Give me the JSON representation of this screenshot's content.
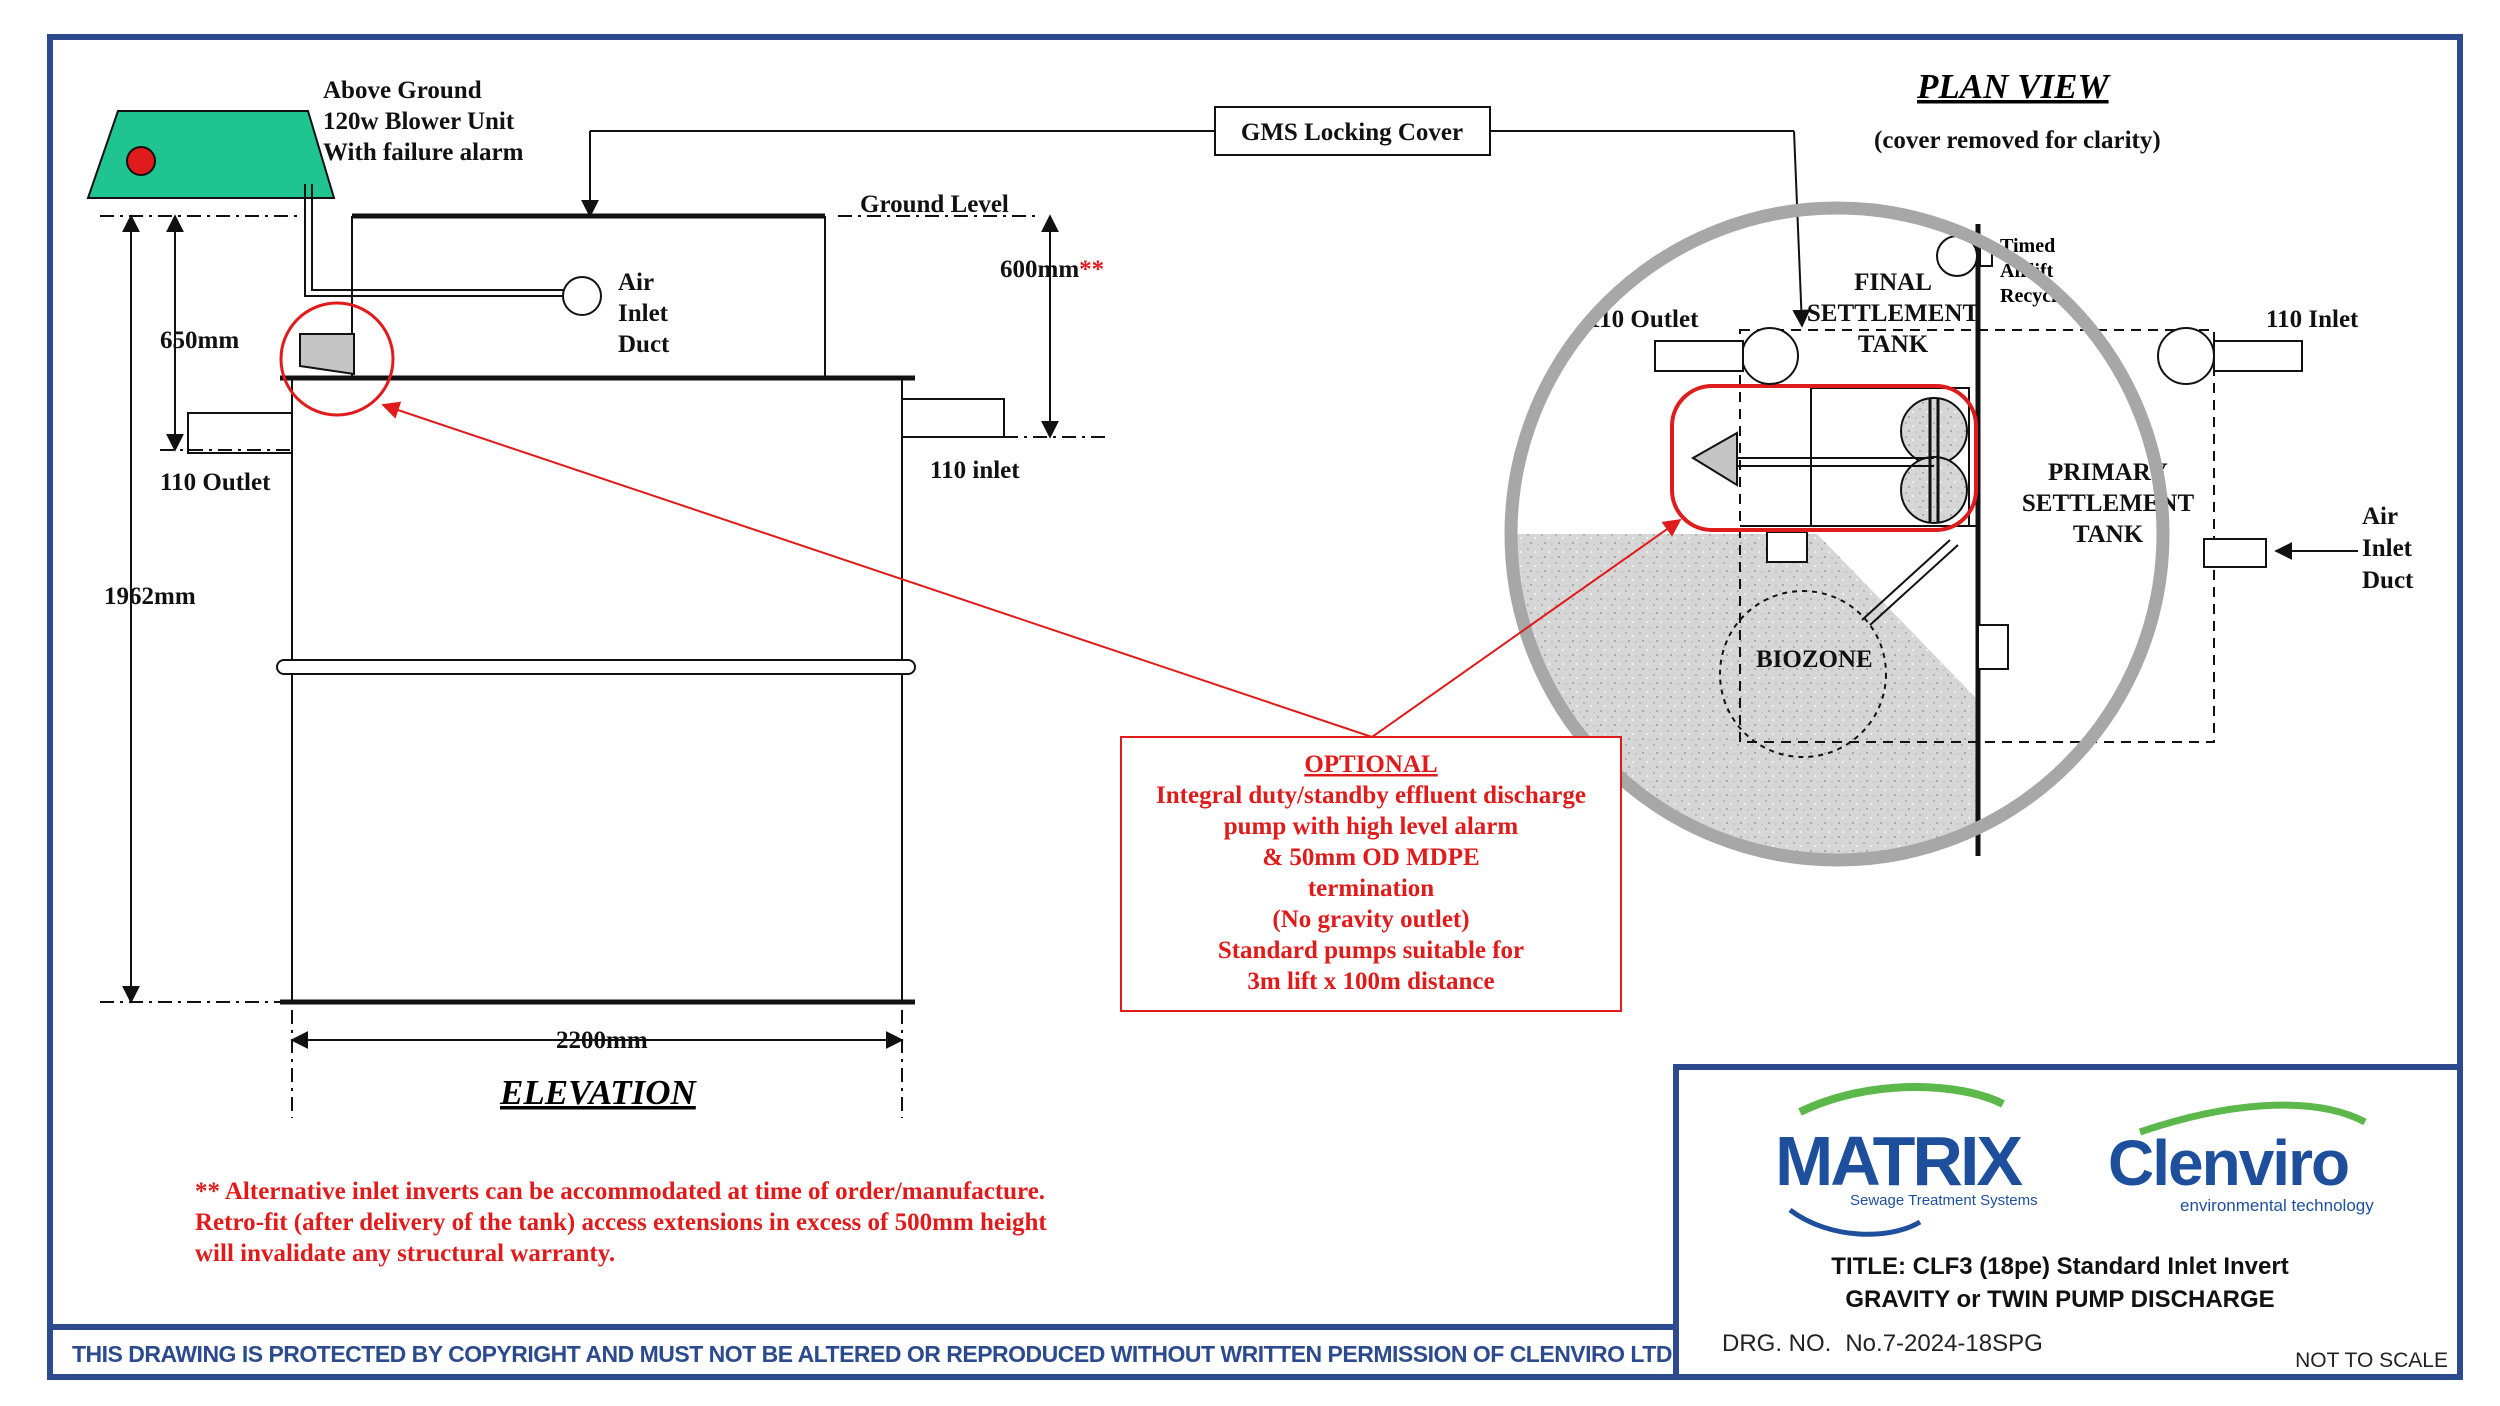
{
  "elevation": {
    "blower_label": [
      "Above Ground",
      "120w Blower Unit",
      "With failure alarm"
    ],
    "ground_level": "Ground Level",
    "air_inlet_duct": [
      "Air",
      "Inlet",
      "Duct"
    ],
    "dim_650": "650mm",
    "dim_600": "600mm",
    "dim_600_mark": "**",
    "outlet": "110 Outlet",
    "inlet": "110 inlet",
    "dim_height": "1962mm",
    "dim_width": "2200mm",
    "title": "ELEVATION"
  },
  "cover_label": "GMS Locking Cover",
  "plan": {
    "title": "PLAN VIEW",
    "subtitle": "(cover removed for clarity)",
    "final_settlement": [
      "FINAL",
      "SETTLEMENT",
      "TANK"
    ],
    "timed_airlift": [
      "Timed",
      "Airlift",
      "Recycle"
    ],
    "outlet": "110 Outlet",
    "inlet": "110 Inlet",
    "primary_settlement": [
      "PRIMARY",
      "SETTLEMENT",
      "TANK"
    ],
    "air_inlet_duct": [
      "Air",
      "Inlet",
      "Duct"
    ],
    "biozone": "BIOZONE"
  },
  "optional_box": {
    "heading": "OPTIONAL",
    "lines": [
      "Integral duty/standby effluent discharge",
      "pump with high level alarm",
      "& 50mm OD MDPE",
      "termination",
      "(No gravity outlet)",
      "Standard pumps suitable for",
      "3m lift x 100m distance"
    ]
  },
  "note_lines": [
    "** Alternative inlet inverts can be accommodated at time of order/manufacture.",
    "Retro-fit (after delivery of the tank) access extensions in excess of 500mm height",
    "will invalidate any structural warranty."
  ],
  "footer": {
    "copyright": "THIS DRAWING IS PROTECTED BY COPYRIGHT AND MUST NOT BE ALTERED OR REPRODUCED WITHOUT WRITTEN PERMISSION OF CLENVIRO LTD",
    "matrix_logo": "MATRIX",
    "matrix_tagline": "Sewage Treatment Systems",
    "clenviro_logo": "Clenviro",
    "clenviro_tagline": "environmental technology",
    "title_line1": "TITLE: CLF3 (18pe) Standard Inlet Invert",
    "title_line2": "GRAVITY or TWIN PUMP DISCHARGE",
    "drg_label": "DRG. NO.",
    "drg_no": "No.7-2024-18SPG",
    "scale": "NOT TO SCALE"
  },
  "colors": {
    "border": "#2c4b8f",
    "accent_red": "#e01b1b",
    "blower_green": "#1fc490",
    "matrix_blue": "#1e4f9c",
    "matrix_green": "#5cb84a",
    "biozone_fill": "#d6d6d6",
    "plan_ring": "#a7a7a7"
  }
}
